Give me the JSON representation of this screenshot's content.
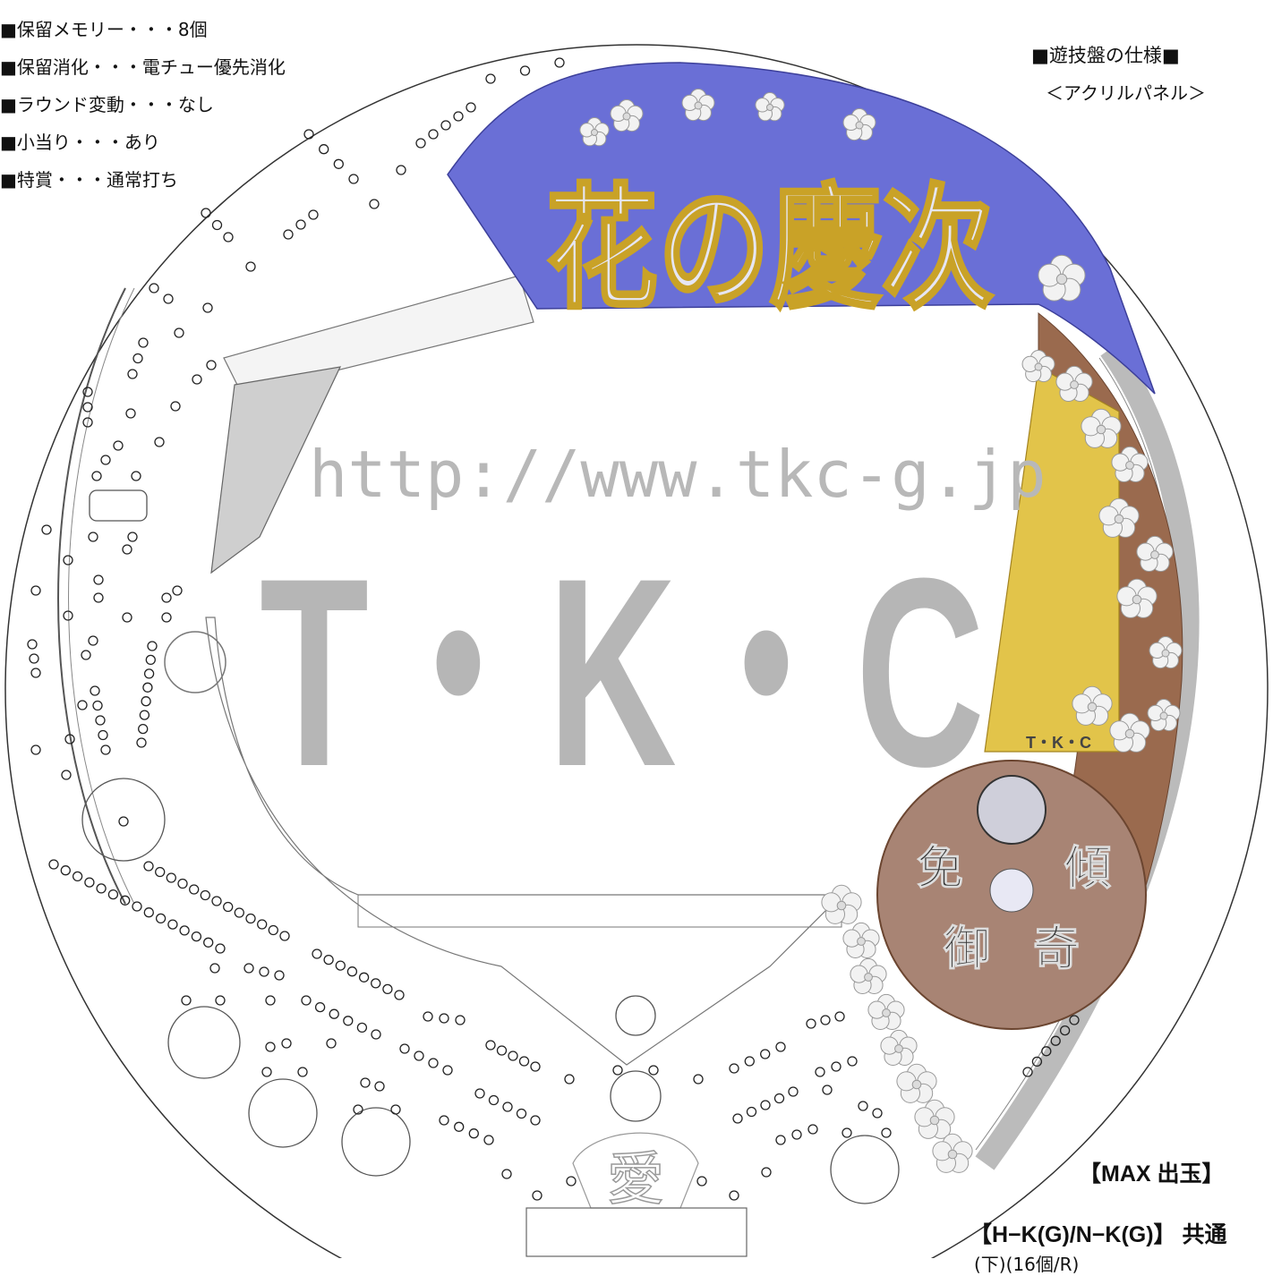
{
  "spec": {
    "items": [
      "■保留メモリー・・・8個",
      "■保留消化・・・電チュー優先消化",
      "■ラウンド変動・・・なし",
      "■小当り・・・あり",
      "■特賞・・・通常打ち"
    ]
  },
  "panel": {
    "title": "■遊技盤の仕様■",
    "subtitle": "＜アクリルパネル＞"
  },
  "watermark": {
    "url": "http://www.tkc-g.jp",
    "brand": "T・K・C"
  },
  "logo": {
    "text": "花の慶次"
  },
  "crest": {
    "chars": [
      "傾",
      "奇",
      "御",
      "免"
    ]
  },
  "rail_plate": {
    "label": "T・K・C"
  },
  "bottom_emblem": {
    "text": "愛"
  },
  "output": {
    "max_label": "【MAX 出玉】",
    "common_label": "【H−K(G)/N−K(G)】 共通",
    "cut_text": "(下)(16個/R)"
  },
  "colors": {
    "logo_bg": "#6a6fd6",
    "gold": "#e2c44a",
    "wood": "#9a6a4e",
    "pin": "#222222",
    "watermark": "#a9a9a9"
  }
}
